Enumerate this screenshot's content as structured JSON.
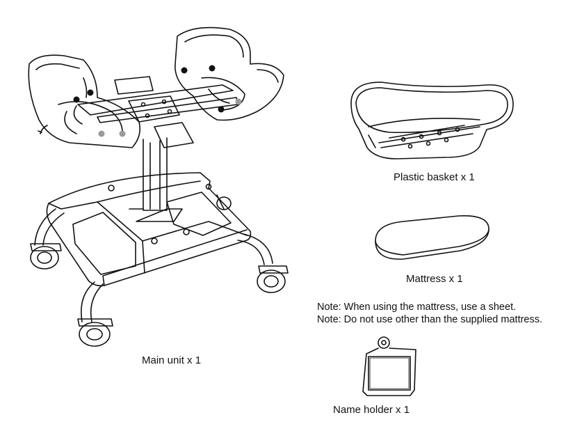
{
  "captions": {
    "main_unit": "Main unit x 1",
    "basket": "Plastic basket x 1",
    "mattress": "Mattress x 1",
    "name_holder": "Name holder x 1"
  },
  "notes": [
    "Note: When using the mattress, use a sheet.",
    "Note: Do not use other than the supplied mattress."
  ]
}
